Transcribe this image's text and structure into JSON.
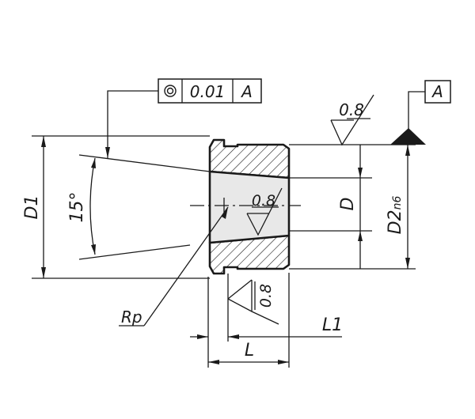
{
  "labels": {
    "dim_d1": "D1",
    "dim_angle": "15°",
    "dim_d": "D",
    "dim_d2": "D2",
    "dim_d2_tol": "n6",
    "dim_l": "L",
    "dim_l1": "L1",
    "radius": "Rp"
  },
  "fcf": {
    "symbol": "concentricity",
    "tolerance": "0.01",
    "datum": "A"
  },
  "datum_box": "A",
  "roughness": {
    "top": "0.8",
    "bore": "0.8",
    "face": "0.8"
  }
}
